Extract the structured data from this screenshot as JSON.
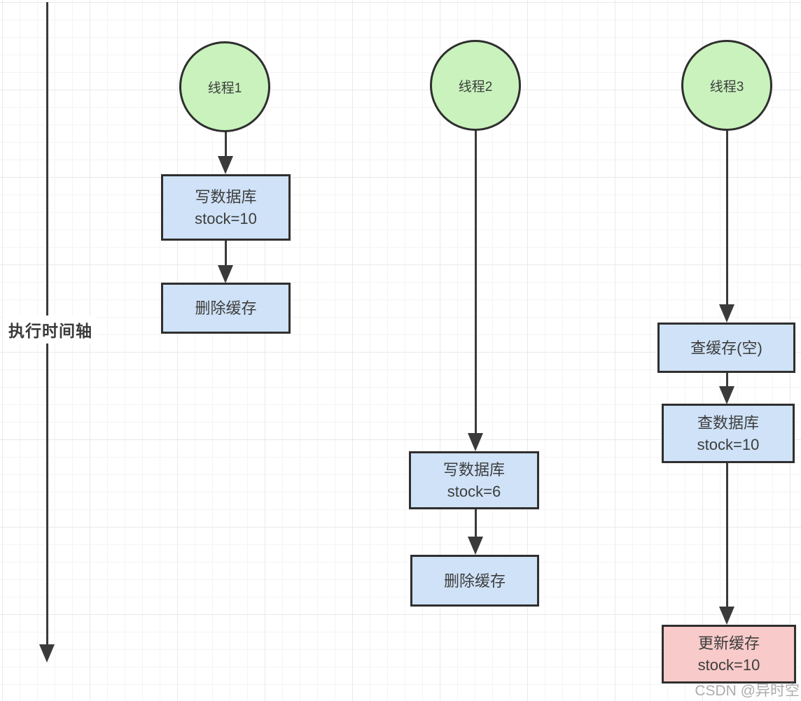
{
  "timeline": {
    "label": "执行时间轴"
  },
  "threads": [
    {
      "name": "thread-1",
      "circle_label": "线程1",
      "steps": [
        {
          "lines": [
            "写数据库",
            "stock=10"
          ],
          "style": "blue"
        },
        {
          "lines": [
            "删除缓存"
          ],
          "style": "blue"
        }
      ]
    },
    {
      "name": "thread-2",
      "circle_label": "线程2",
      "steps": [
        {
          "lines": [
            "写数据库",
            "stock=6"
          ],
          "style": "blue"
        },
        {
          "lines": [
            "删除缓存"
          ],
          "style": "blue"
        }
      ]
    },
    {
      "name": "thread-3",
      "circle_label": "线程3",
      "steps": [
        {
          "lines": [
            "查缓存(空)"
          ],
          "style": "blue"
        },
        {
          "lines": [
            "查数据库",
            "stock=10"
          ],
          "style": "blue"
        },
        {
          "lines": [
            "更新缓存",
            "stock=10"
          ],
          "style": "pink"
        }
      ]
    }
  ],
  "watermark": {
    "text": "CSDN @异时空"
  },
  "colors": {
    "circle_fill": "#c9f2bd",
    "box_fill": "#cfe2f7",
    "highlight_box_fill": "#f9caca",
    "stroke": "#2f2f2f",
    "arrow": "#3a3a3a",
    "text": "#3d3d3d",
    "watermark": "#9e9e9e"
  }
}
